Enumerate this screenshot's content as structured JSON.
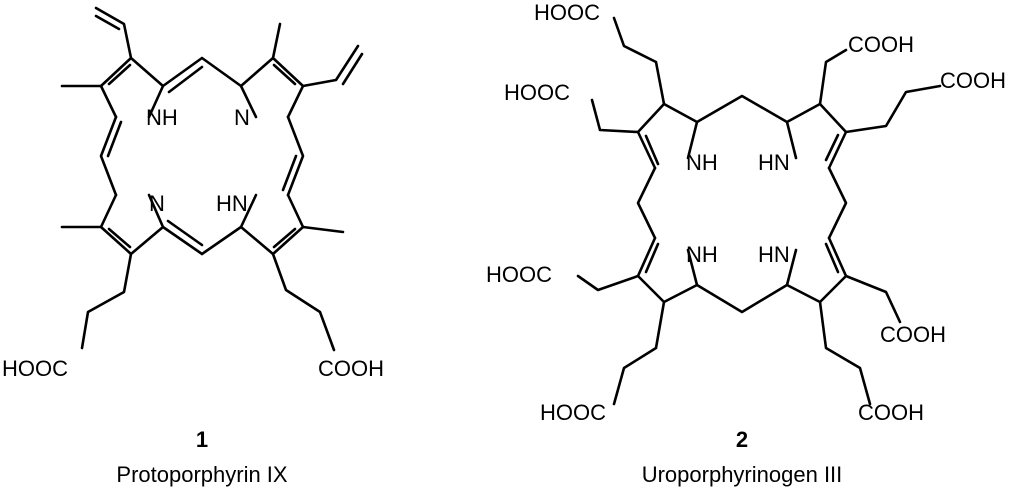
{
  "compounds": [
    {
      "number": "1",
      "name": "Protoporphyrin IX",
      "atom_labels": {
        "nh_top_left": "NH",
        "n_top_right": "N",
        "n_bottom_left": "N",
        "hn_bottom_right": "HN",
        "acid_left": "HOOC",
        "acid_right": "COOH"
      }
    },
    {
      "number": "2",
      "name": "Uroporphyrinogen III",
      "atom_labels": {
        "nh_top_left": "NH",
        "hn_top_right": "HN",
        "nh_bottom_left": "NH",
        "hn_bottom_right": "HN",
        "acid_top_outer_left": "HOOC",
        "acid_top_inner_left": "HOOC",
        "acid_top_inner_right": "COOH",
        "acid_top_outer_right": "COOH",
        "acid_bottom_inner_left": "HOOC",
        "acid_bottom_outer_left": "HOOC",
        "acid_bottom_inner_right": "COOH",
        "acid_bottom_outer_right": "COOH"
      }
    }
  ]
}
